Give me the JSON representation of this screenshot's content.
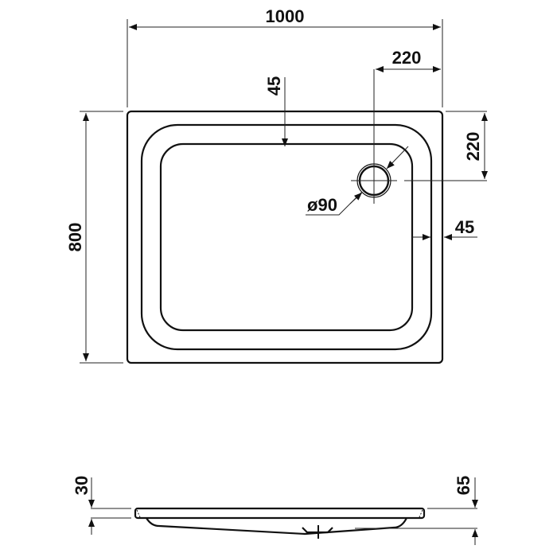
{
  "drawing": {
    "type": "technical-drawing",
    "subject": "rectangular shower tray",
    "plan_view": {
      "overall_width": "1000",
      "overall_depth": "800",
      "rim_width_top": "45",
      "rim_width_right": "45",
      "drain_offset_x": "220",
      "drain_offset_y": "220",
      "drain_diameter": "ø90"
    },
    "side_view": {
      "rim_height": "30",
      "total_height": "65"
    },
    "colors": {
      "line": "#111111",
      "background": "#ffffff"
    }
  }
}
